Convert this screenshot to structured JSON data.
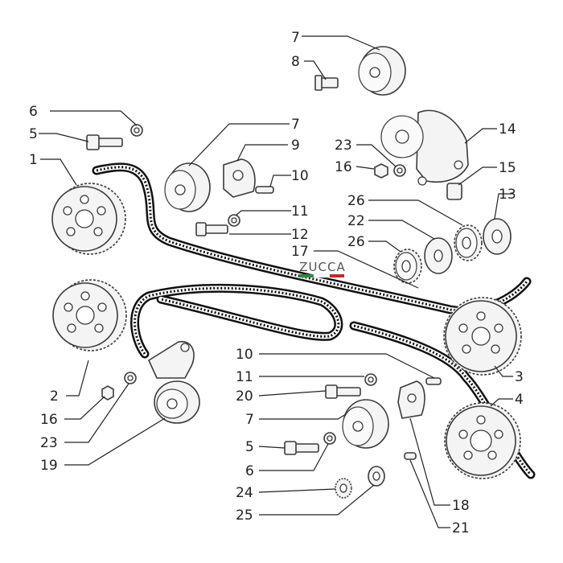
{
  "watermark": {
    "brand": "ZUCCA",
    "flag_colors": [
      "#2e8b3d",
      "#ffffff",
      "#c8262b"
    ]
  },
  "callouts": [
    {
      "id": "c7a",
      "label": "7"
    },
    {
      "id": "c8",
      "label": "8"
    },
    {
      "id": "c6a",
      "label": "6"
    },
    {
      "id": "c5a",
      "label": "5"
    },
    {
      "id": "c7b",
      "label": "7"
    },
    {
      "id": "c14",
      "label": "14"
    },
    {
      "id": "c1",
      "label": "1"
    },
    {
      "id": "c9",
      "label": "9"
    },
    {
      "id": "c23a",
      "label": "23"
    },
    {
      "id": "c16a",
      "label": "16"
    },
    {
      "id": "c15",
      "label": "15"
    },
    {
      "id": "c10a",
      "label": "10"
    },
    {
      "id": "c26a",
      "label": "26"
    },
    {
      "id": "c13",
      "label": "13"
    },
    {
      "id": "c11a",
      "label": "11"
    },
    {
      "id": "c22",
      "label": "22"
    },
    {
      "id": "c12",
      "label": "12"
    },
    {
      "id": "c26b",
      "label": "26"
    },
    {
      "id": "c17",
      "label": "17"
    },
    {
      "id": "c10b",
      "label": "10"
    },
    {
      "id": "c3",
      "label": "3"
    },
    {
      "id": "c11b",
      "label": "11"
    },
    {
      "id": "c2",
      "label": "2"
    },
    {
      "id": "c20",
      "label": "20"
    },
    {
      "id": "c4",
      "label": "4"
    },
    {
      "id": "c16b",
      "label": "16"
    },
    {
      "id": "c7c",
      "label": "7"
    },
    {
      "id": "c23b",
      "label": "23"
    },
    {
      "id": "c5b",
      "label": "5"
    },
    {
      "id": "c19",
      "label": "19"
    },
    {
      "id": "c6b",
      "label": "6"
    },
    {
      "id": "c24",
      "label": "24"
    },
    {
      "id": "c18",
      "label": "18"
    },
    {
      "id": "c25",
      "label": "25"
    },
    {
      "id": "c21",
      "label": "21"
    }
  ]
}
